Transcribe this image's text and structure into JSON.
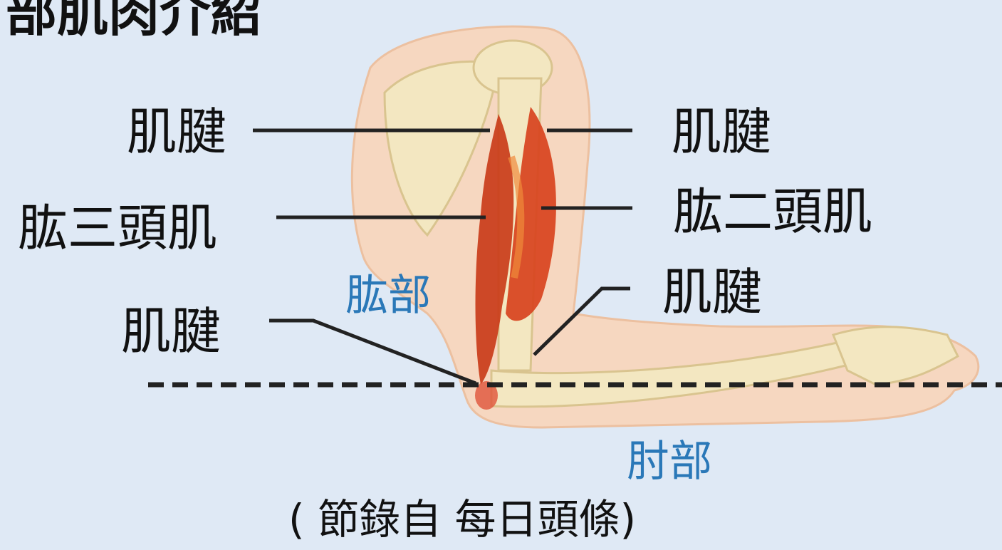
{
  "title": "部肌肉介紹",
  "labels": {
    "tendon_left_top": "肌腱",
    "tendon_right_top": "肌腱",
    "triceps": "肱三頭肌",
    "biceps": "肱二頭肌",
    "tendon_right_mid": "肌腱",
    "tendon_left_bottom": "肌腱"
  },
  "regions": {
    "upper_arm": "肱部",
    "elbow": "肘部"
  },
  "caption": "( 節錄自 每日頭條)",
  "colors": {
    "background": "#dfe9f5",
    "skin": "#f6d7c0",
    "bone": "#f2e6b9",
    "muscle": "#d8431e",
    "region_text": "#2a78b8"
  }
}
